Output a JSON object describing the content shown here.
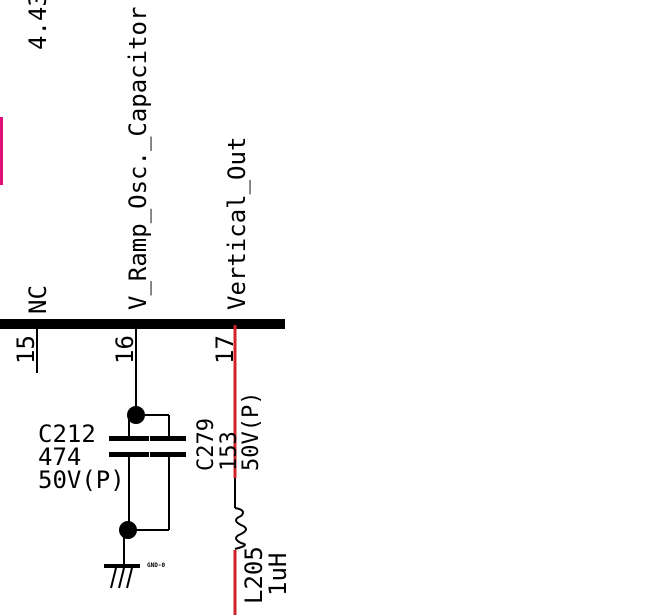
{
  "top_fragment": "4.43",
  "pins": [
    {
      "signal": "NC",
      "number": "15"
    },
    {
      "signal": "V_Ramp_Osc._Capacitor",
      "number": "16"
    },
    {
      "signal": "Vertical_Out",
      "number": "17"
    }
  ],
  "components": {
    "c212": {
      "ref": "C212",
      "value": "474",
      "rating": "50V(P)"
    },
    "c279": {
      "ref": "C279",
      "value": "153",
      "rating": "50V(P)"
    },
    "l205": {
      "ref": "L205",
      "value": "1uH"
    }
  },
  "ground": {
    "label": "GND-0"
  },
  "colors": {
    "ink": "#000000",
    "net_highlight": "#d0232a",
    "marker": "#e0107a"
  }
}
